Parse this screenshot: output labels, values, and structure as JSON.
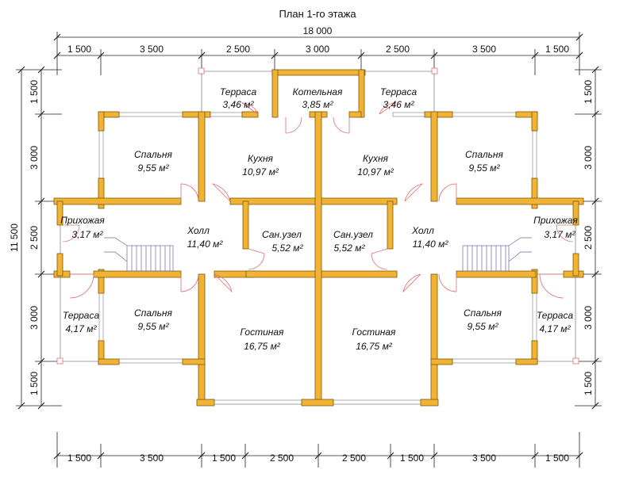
{
  "title": "План 1-го этажа",
  "overall_width": "18 000",
  "overall_height": "11 500",
  "dims_top": [
    "1 500",
    "3 500",
    "2 500",
    "3 000",
    "2 500",
    "3 500",
    "1 500"
  ],
  "dims_bottom": [
    "1 500",
    "3 500",
    "1 500",
    "2 500",
    "2 500",
    "1 500",
    "3 500",
    "1 500"
  ],
  "dims_left": [
    "1 500",
    "3 000",
    "2 500",
    "3 000",
    "1 500"
  ],
  "dims_right": [
    "1 500",
    "3 000",
    "2 500",
    "3 000",
    "1 500"
  ],
  "rooms": [
    {
      "name": "Терраса",
      "area": "3,46 м²"
    },
    {
      "name": "Котельная",
      "area": "3,85 м²"
    },
    {
      "name": "Терраса",
      "area": "3,46 м²"
    },
    {
      "name": "Спальня",
      "area": "9,55 м²"
    },
    {
      "name": "Кухня",
      "area": "10,97 м²"
    },
    {
      "name": "Кухня",
      "area": "10,97 м²"
    },
    {
      "name": "Спальня",
      "area": "9,55 м²"
    },
    {
      "name": "Прихожая",
      "area": "3,17 м²"
    },
    {
      "name": "Холл",
      "area": "11,40 м²"
    },
    {
      "name": "Сан.узел",
      "area": "5,52 м²"
    },
    {
      "name": "Сан.узел",
      "area": "5,52 м²"
    },
    {
      "name": "Холл",
      "area": "11,40 м²"
    },
    {
      "name": "Прихожая",
      "area": "3,17 м²"
    },
    {
      "name": "Терраса",
      "area": "4,17 м²"
    },
    {
      "name": "Спальня",
      "area": "9,55 м²"
    },
    {
      "name": "Гостиная",
      "area": "16,75 м²"
    },
    {
      "name": "Гостиная",
      "area": "16,75 м²"
    },
    {
      "name": "Спальня",
      "area": "9,55 м²"
    },
    {
      "name": "Терраса",
      "area": "4,17 м²"
    }
  ]
}
